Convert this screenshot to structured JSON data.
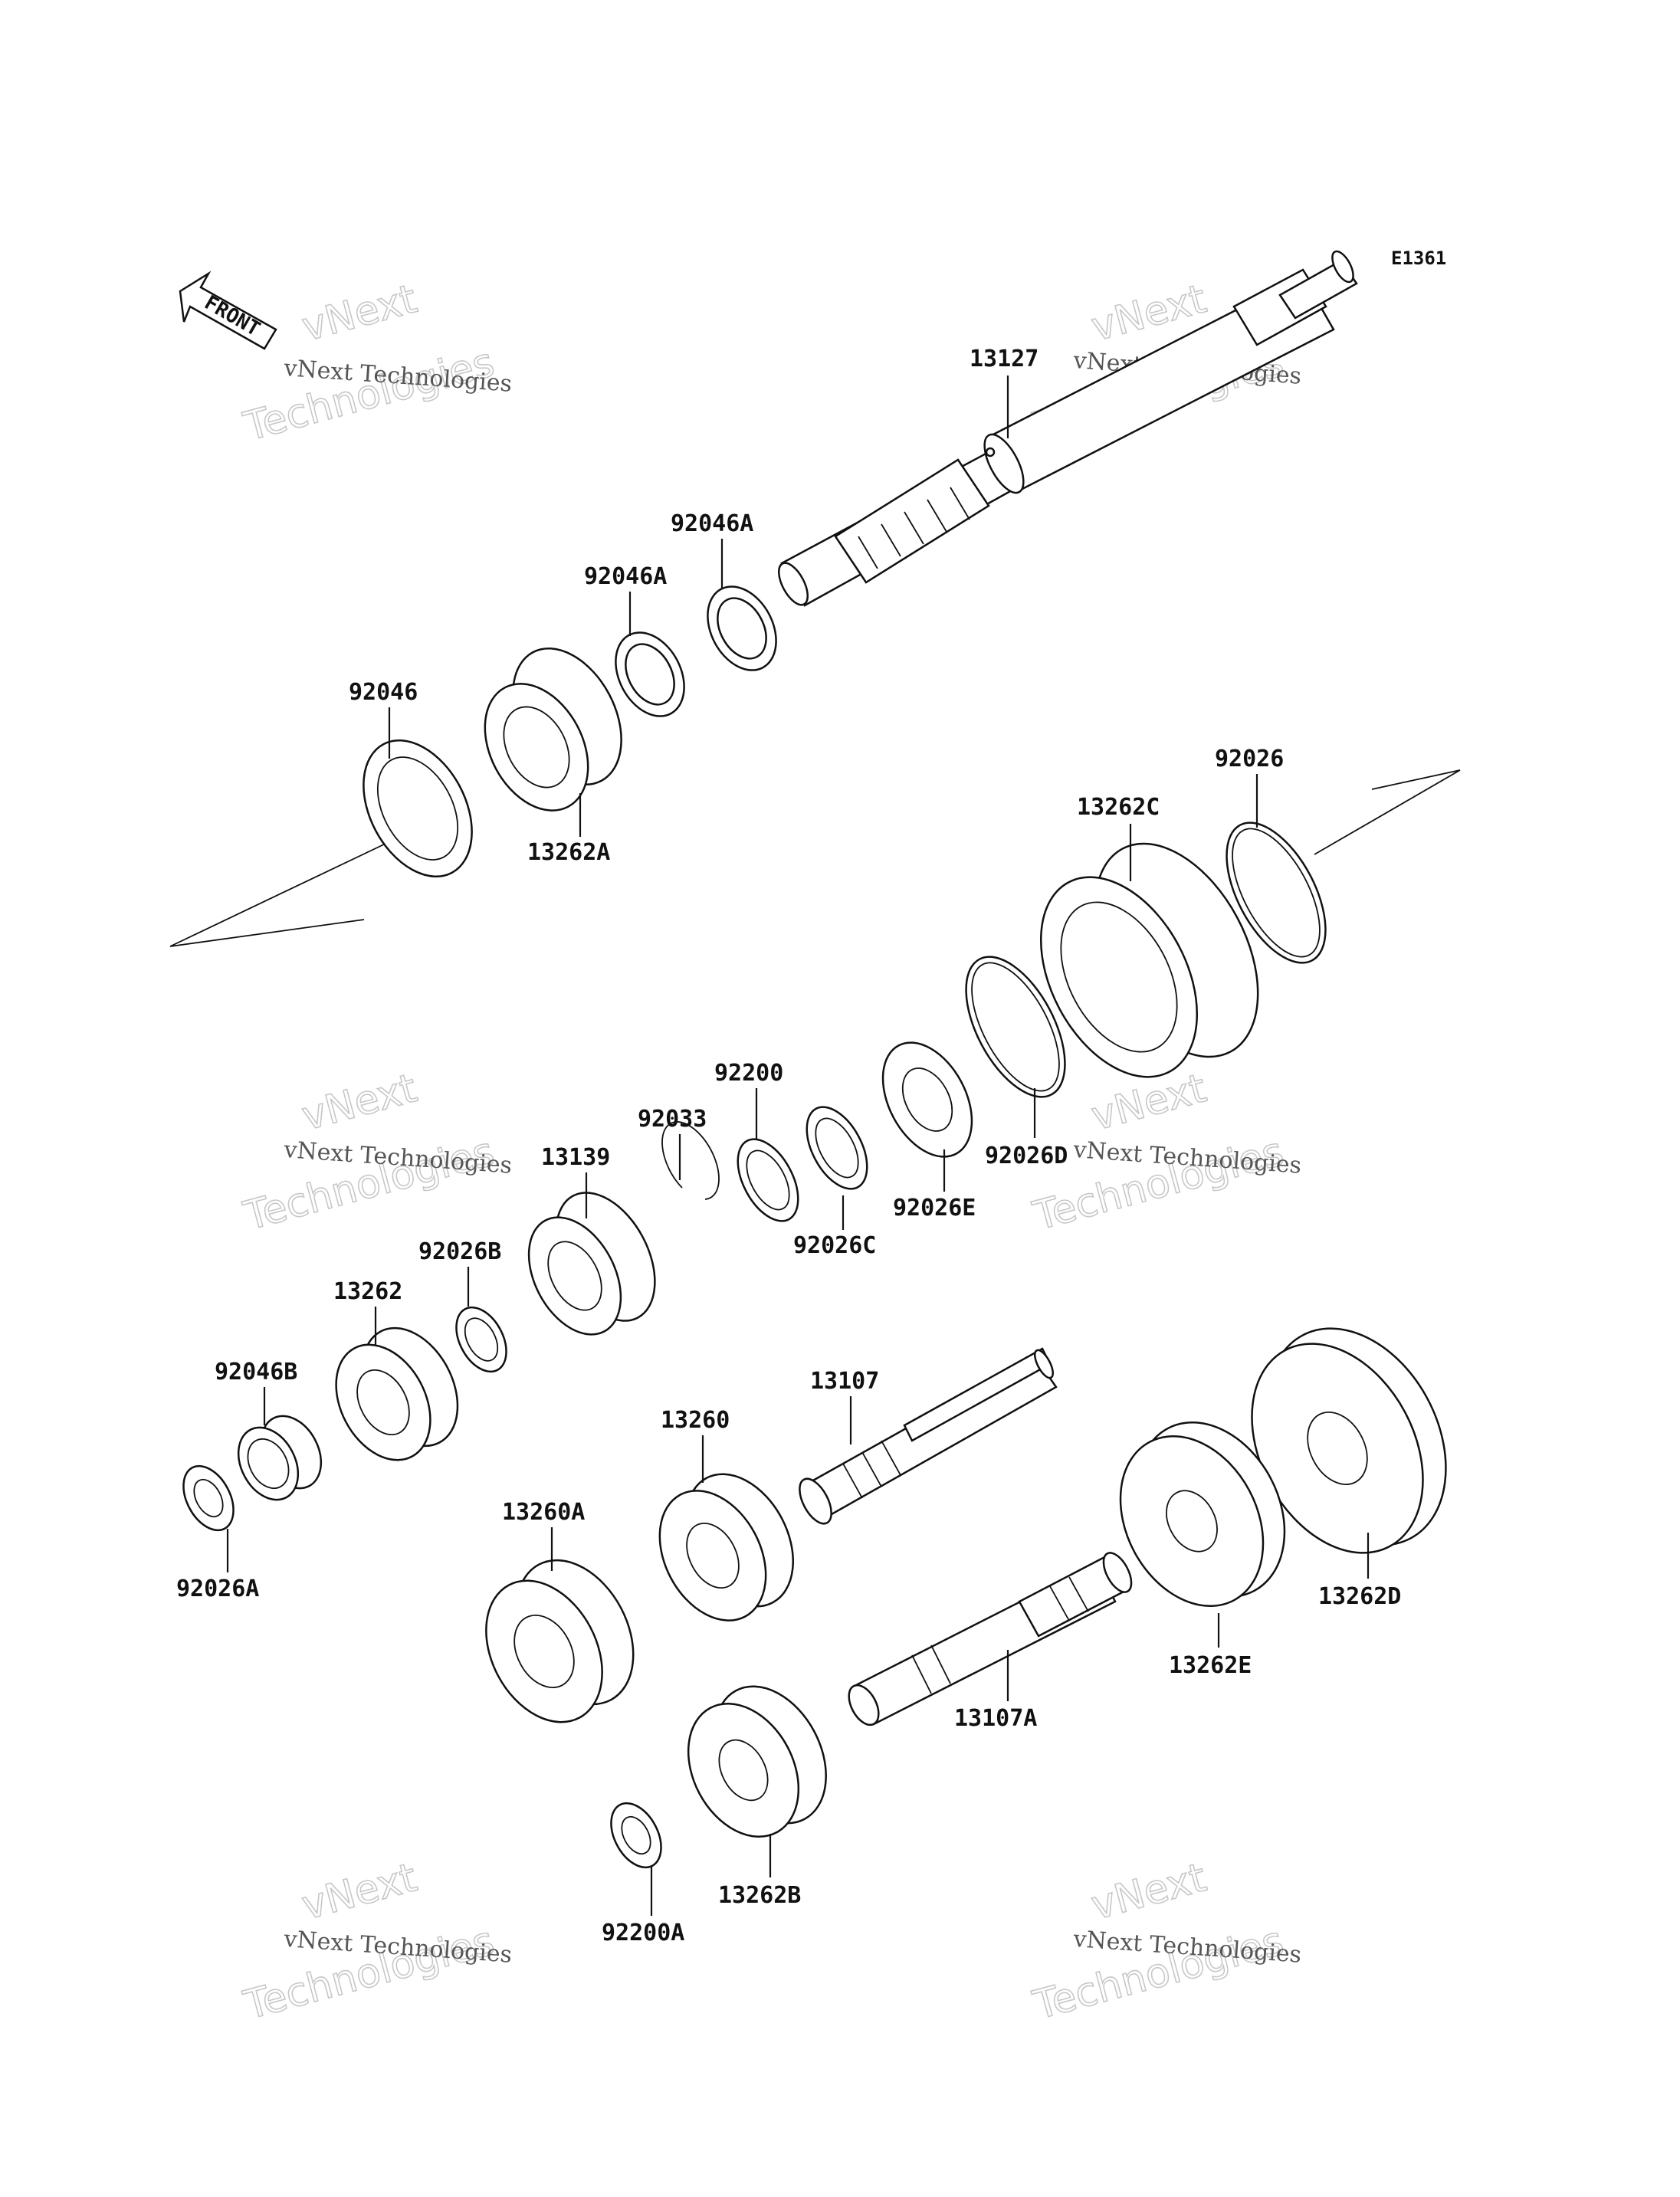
{
  "diagram": {
    "reference_code": "E1361",
    "front_arrow_label": "FRONT",
    "watermark": {
      "line1": "vNext Technologies",
      "line2": "vNext",
      "line3": "Technologies"
    },
    "parts": {
      "p13127": "13127",
      "p92046A_1": "92046A",
      "p92046A_2": "92046A",
      "p92046": "92046",
      "p13262A": "13262A",
      "p92026": "92026",
      "p13262C": "13262C",
      "p92200": "92200",
      "p92033": "92033",
      "p13139": "13139",
      "p92026D": "92026D",
      "p92026E": "92026E",
      "p92026C": "92026C",
      "p92026B": "92026B",
      "p13262": "13262",
      "p92046B": "92046B",
      "p92026A": "92026A",
      "p13107": "13107",
      "p13260": "13260",
      "p13260A": "13260A",
      "p13262D": "13262D",
      "p13262E": "13262E",
      "p13107A": "13107A",
      "p13262B": "13262B",
      "p92200A": "92200A"
    }
  }
}
